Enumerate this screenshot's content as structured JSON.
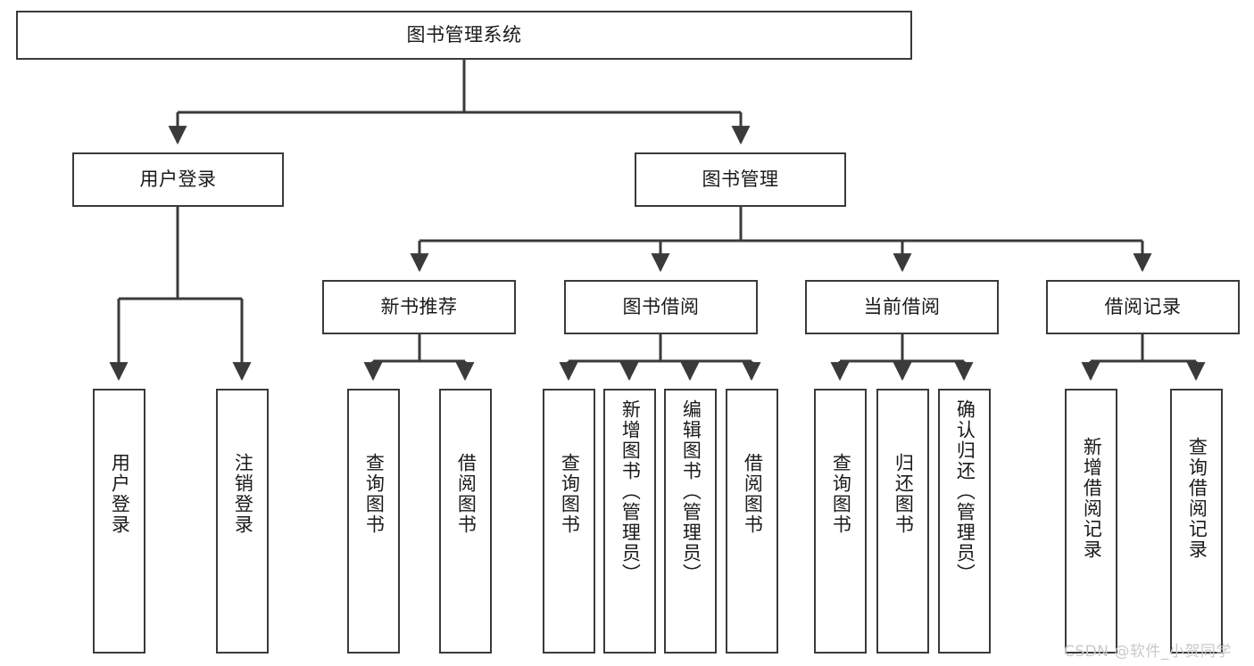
{
  "diagram": {
    "title": "图书管理系统",
    "type": "tree-hierarchy-diagram",
    "watermark": "CSDN @软件_小贺同学",
    "colors": {
      "stroke": "#3a3a3a",
      "fill": "#ffffff",
      "text": "#1a1a1a",
      "watermark": "#c9c9c9"
    },
    "nodes": {
      "root": {
        "label": "图书管理系统"
      },
      "level2": [
        {
          "id": "user-login",
          "label": "用户登录"
        },
        {
          "id": "book-management",
          "label": "图书管理"
        }
      ],
      "level3": [
        {
          "id": "new-book-recommend",
          "label": "新书推荐"
        },
        {
          "id": "book-borrow",
          "label": "图书借阅"
        },
        {
          "id": "current-borrow",
          "label": "当前借阅"
        },
        {
          "id": "borrow-record",
          "label": "借阅记录"
        }
      ],
      "leaves": {
        "user-login": [
          {
            "id": "leaf-user-login",
            "label": "用户登录"
          },
          {
            "id": "leaf-logout-login",
            "label": "注销登录"
          }
        ],
        "new-book-recommend": [
          {
            "id": "leaf-query-book-1",
            "label": "查询图书"
          },
          {
            "id": "leaf-borrow-book-1",
            "label": "借阅图书"
          }
        ],
        "book-borrow": [
          {
            "id": "leaf-query-book-2",
            "label": "查询图书"
          },
          {
            "id": "leaf-add-book",
            "label": "新增图书（管理员）"
          },
          {
            "id": "leaf-edit-book",
            "label": "编辑图书（管理员）"
          },
          {
            "id": "leaf-borrow-book-2",
            "label": "借阅图书"
          }
        ],
        "current-borrow": [
          {
            "id": "leaf-query-book-3",
            "label": "查询图书"
          },
          {
            "id": "leaf-return-book",
            "label": "归还图书"
          },
          {
            "id": "leaf-confirm-return",
            "label": "确认归还（管理员）"
          }
        ],
        "borrow-record": [
          {
            "id": "leaf-add-record",
            "label": "新增借阅记录"
          },
          {
            "id": "leaf-query-record",
            "label": "查询借阅记录"
          }
        ]
      }
    }
  }
}
